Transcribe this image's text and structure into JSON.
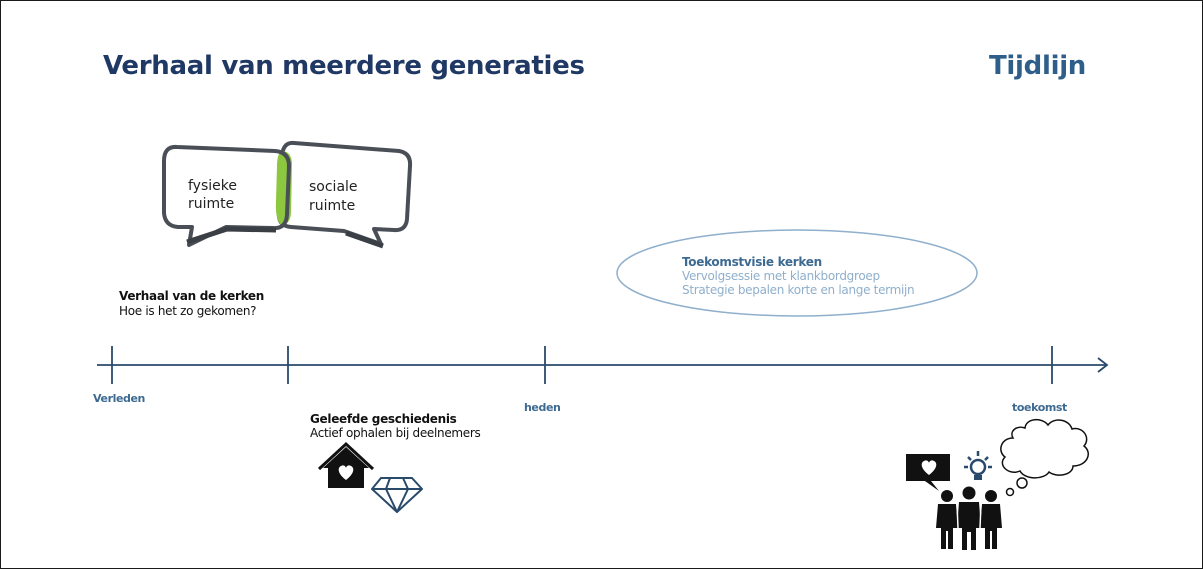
{
  "header": {
    "title": "Verhaal van meerdere generaties",
    "tag": "Tijdlijn"
  },
  "bubbles": {
    "left": [
      "fysieke",
      "ruimte"
    ],
    "right": [
      "sociale",
      "ruimte"
    ]
  },
  "story": {
    "title": "Verhaal van de kerken",
    "subtitle": "Hoe is het zo gekomen?"
  },
  "future_vision": {
    "title": "Toekomstvisie kerken",
    "line1": "Vervolgsessie met klankbordgroep",
    "line2": "Strategie bepalen korte en lange termijn"
  },
  "timeline": {
    "labels": {
      "past": "Verleden",
      "now": "heden",
      "future": "toekomst"
    }
  },
  "history": {
    "title": "Geleefde geschiedenis",
    "subtitle": "Actief ophalen bij deelnemers"
  },
  "colors": {
    "navy": "#1f3864",
    "axis": "#2a4a6c",
    "label_blue": "#3d6a91",
    "bubble_stroke": "#4a4f57",
    "accent_green": "#8dc63f",
    "ellipse_stroke": "#8fafcc"
  },
  "icons": [
    "house-heart-icon",
    "diamond-icon",
    "people-idea-icon",
    "thought-cloud-icon"
  ]
}
